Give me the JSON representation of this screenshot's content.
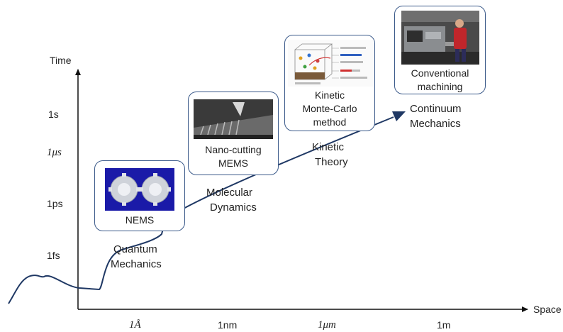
{
  "axes": {
    "y_title": "Time",
    "x_title": "Space",
    "time_ticks": [
      "1s",
      "1μs",
      "1ps",
      "1fs"
    ],
    "space_ticks": [
      "1Å",
      "1nm",
      "1μm",
      "1m"
    ]
  },
  "boxes": {
    "nems": {
      "caption": "NEMS"
    },
    "nano": {
      "caption_1": "Nano-cutting",
      "caption_2": "MEMS"
    },
    "kmc": {
      "caption_1": "Kinetic",
      "caption_2": "Monte-Carlo",
      "caption_3": "method"
    },
    "conv": {
      "caption_1": "Conventional",
      "caption_2": "machining"
    }
  },
  "regimes": {
    "quantum_1": "Quantum",
    "quantum_2": "Mechanics",
    "molecular_1": "Molecular",
    "molecular_2": "Dynamics",
    "kinetic_1": "Kinetic",
    "kinetic_2": "Theory",
    "continuum_1": "Continuum",
    "continuum_2": "Mechanics"
  },
  "colors": {
    "axis": "#111111",
    "curve": "#1f3864",
    "box_border": "#3b5a8a",
    "nems_bg": "#1a1aa8"
  },
  "icons": [
    "gear-pair-image",
    "nanocutting-sem-image",
    "electrochemical-system-schematic",
    "lathe-machining-photo"
  ]
}
